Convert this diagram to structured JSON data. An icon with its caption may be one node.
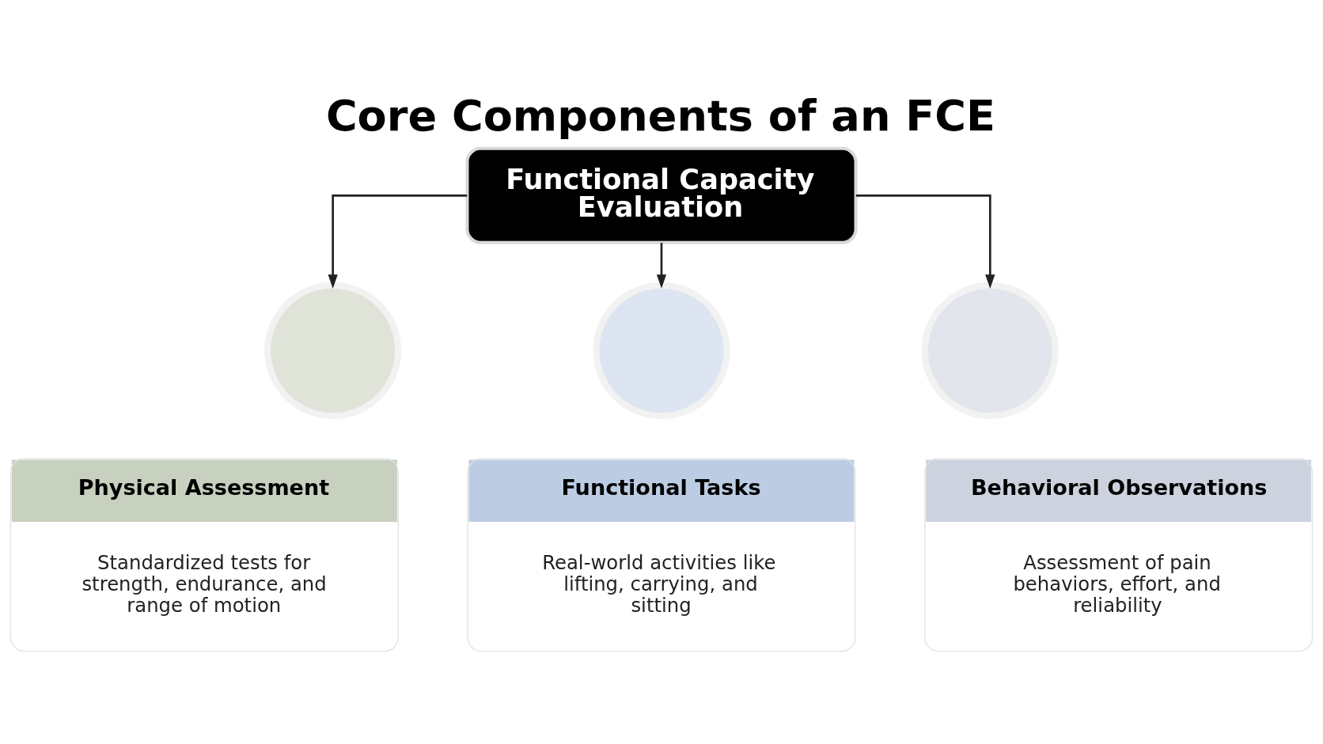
{
  "diagram": {
    "title": "Core Components of an FCE",
    "nodes": [
      {
        "text": [
          "Functional Capacity Evaluation"
        ]
      },
      {
        "text": [],
        "shape": "circle"
      },
      {
        "text": [
          "Physical Assessment",
          "Standardized tests for strength, endurance, and range of motion"
        ]
      },
      {
        "text": [],
        "shape": "circle"
      },
      {
        "text": [
          "Functional Tasks",
          "Real-world activities like lifting, carrying, and sitting"
        ]
      },
      {
        "text": [],
        "shape": "circle"
      },
      {
        "text": [
          "Behavioral Observations",
          "Assessment of pain behaviors, effort, and reliability"
        ]
      }
    ],
    "edges": [
      {
        "from": 0,
        "to": 1,
        "arrow": "to"
      },
      {
        "from": 0,
        "to": 3,
        "arrow": "to"
      },
      {
        "from": 0,
        "to": 5,
        "arrow": "to"
      }
    ]
  }
}
